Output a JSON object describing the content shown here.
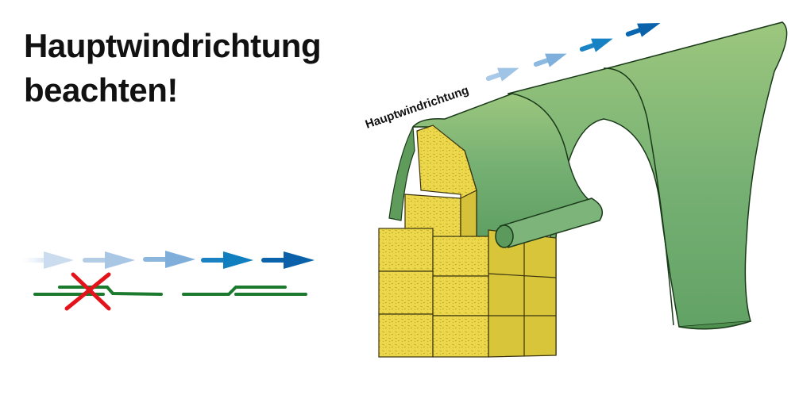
{
  "title": {
    "line1": "Hauptwindrichtung",
    "line2": "beachten!"
  },
  "illustration": {
    "wind_label": "Hauptwindrichtung"
  },
  "colors": {
    "tarp": "#6fae6a",
    "tarp_dark": "#4f8f4f",
    "bale": "#e8d64a",
    "arrow_dark": "#0a64ad",
    "arrow_light": "#a9c9e8",
    "line_green": "#1b7a2e",
    "cross_red": "#e3131b"
  },
  "legend": {
    "wrong_overlap": "incorrect",
    "right_overlap": "correct"
  }
}
